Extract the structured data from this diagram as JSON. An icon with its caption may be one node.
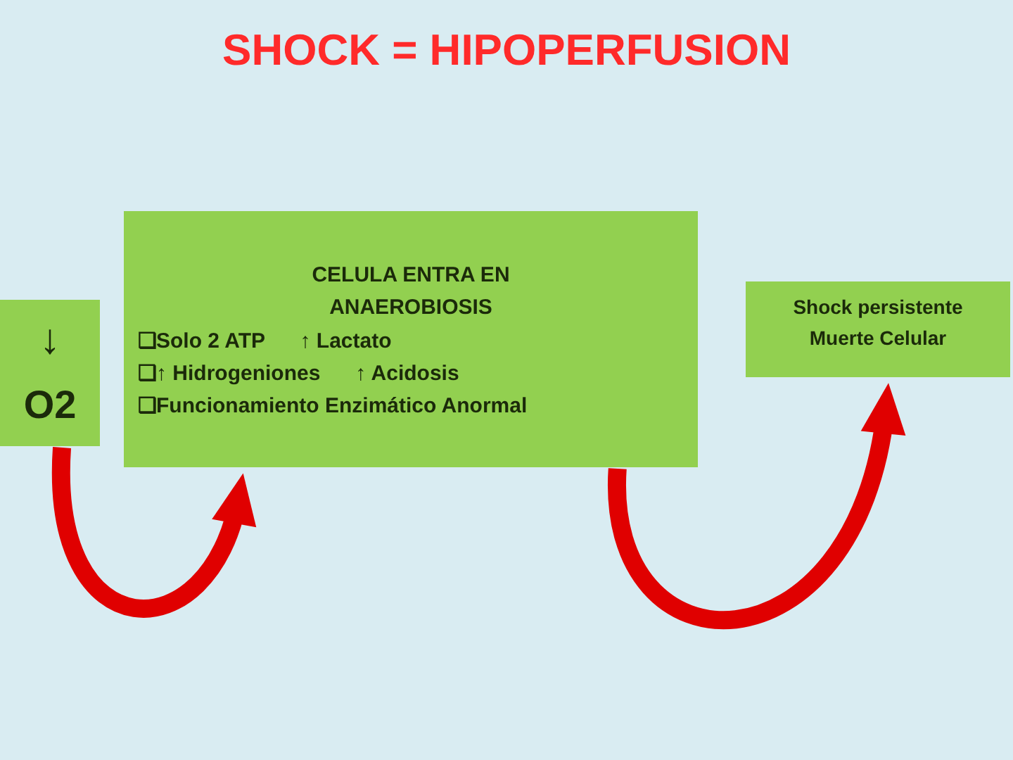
{
  "diagram": {
    "title": "SHOCK = HIPOPERFUSION",
    "nodes": [
      {
        "text": [
          "↓",
          "O2"
        ]
      },
      {
        "text": [
          "CELULA ENTRA EN ANAEROBIOSIS",
          "❑Solo 2 ATP      ↑ Lactato",
          "❑↑ Hidrogeniones      ↑ Acidosis",
          "❑Funcionamiento Enzimático Anormal"
        ]
      },
      {
        "text": [
          "Shock persistente Muerte Celular"
        ]
      }
    ],
    "edges": [
      {
        "from": 0,
        "to": 1,
        "arrow": "to"
      },
      {
        "from": 1,
        "to": 2,
        "arrow": "to"
      }
    ]
  }
}
